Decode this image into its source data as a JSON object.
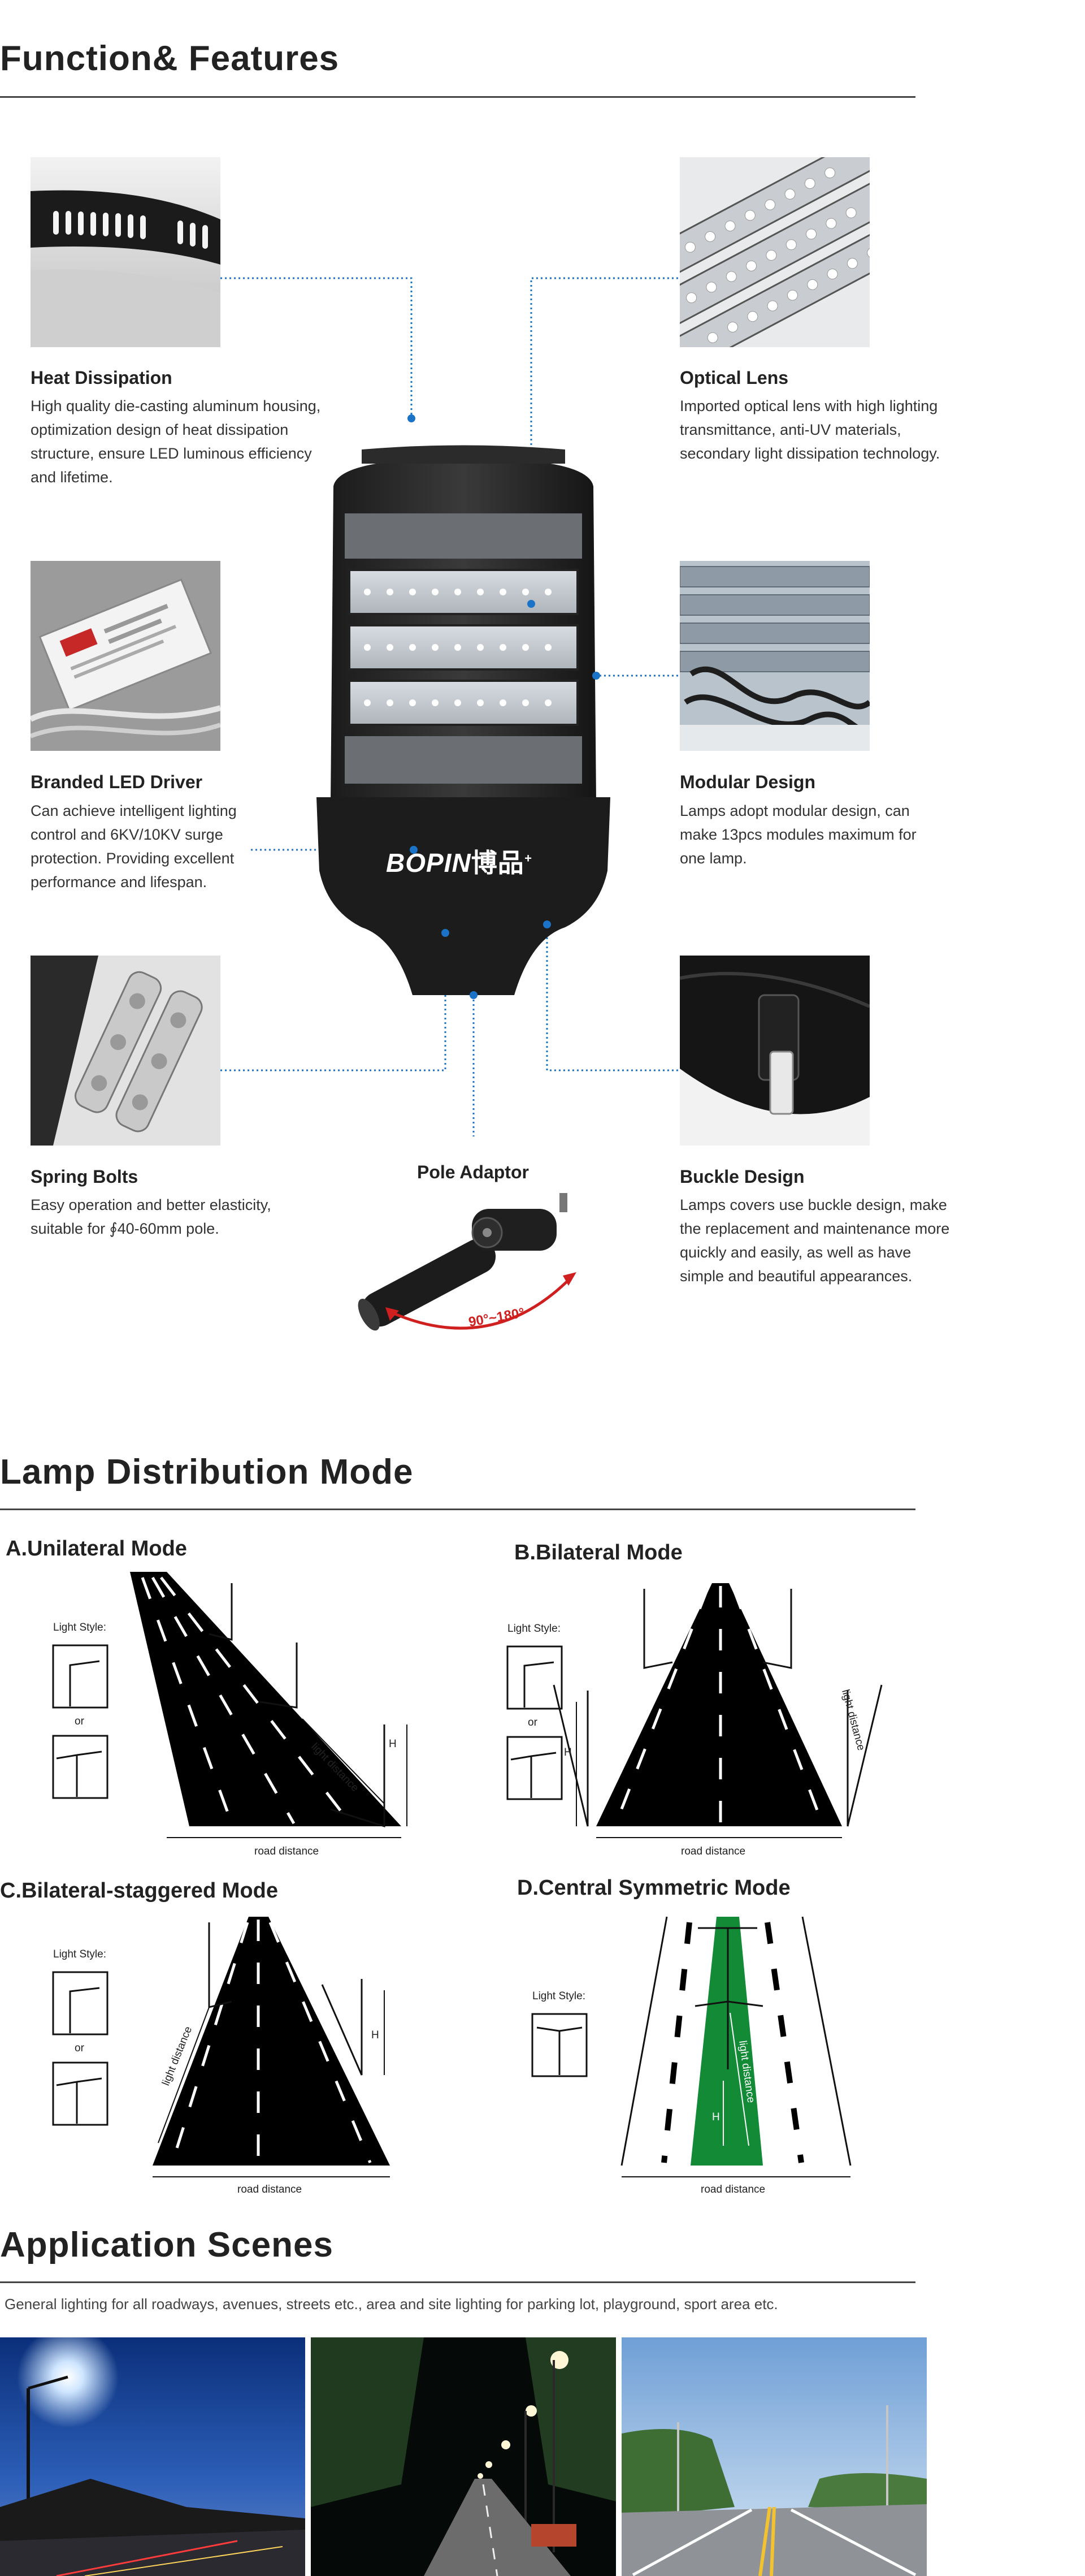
{
  "features": {
    "title": "Function& Features",
    "heat": {
      "title": "Heat Dissipation",
      "desc": "High quality die-casting aluminum housing, optimization design of heat dissipation structure, ensure LED luminous efficiency and lifetime."
    },
    "optical": {
      "title": "Optical Lens",
      "desc": "Imported optical lens with high lighting transmittance, anti-UV materials, secondary light dissipation technology."
    },
    "driver": {
      "title": "Branded LED Driver",
      "desc": "Can achieve intelligent lighting control and 6KV/10KV surge protection. Providing excellent performance and lifespan."
    },
    "modular": {
      "title": "Modular Design",
      "desc": "Lamps adopt modular design, can make 13pcs modules maximum for one lamp."
    },
    "spring": {
      "title": "Spring Bolts",
      "desc": "Easy operation and better elasticity, suitable for ∮40-60mm pole."
    },
    "pole": {
      "title": "Pole Adaptor",
      "angle": "90°~180°"
    },
    "buckle": {
      "title": "Buckle Design",
      "desc": "Lamps covers use buckle design, make the replacement and maintenance more quickly and easily, as well as have simple and beautiful appearances."
    },
    "brand": "BOPIN",
    "brand_cn": "博品",
    "brand_mark": "+"
  },
  "distribution": {
    "title": "Lamp Distribution Mode",
    "light_style": "Light Style:",
    "or": "or",
    "road_distance": "road distance",
    "light_distance": "light distance",
    "h": "H",
    "a": "A.Unilateral Mode",
    "b": "B.Bilateral Mode",
    "c": "C.Bilateral-staggered Mode",
    "d": "D.Central Symmetric Mode"
  },
  "scenes": {
    "title": "Application Scenes",
    "desc": "General lighting for all roadways, avenues, streets etc., area and site lighting for parking lot, playground, sport area etc."
  },
  "colors": {
    "accent": "#1a73c7",
    "green": "#138a36",
    "arc": "#d01f1f"
  }
}
